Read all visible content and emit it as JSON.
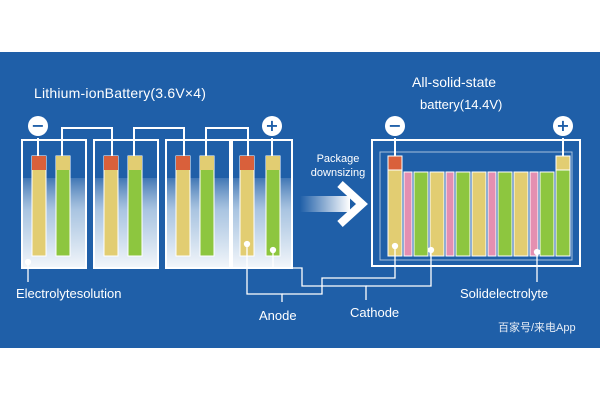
{
  "left_battery": {
    "title": "Lithium-ionBattery(3.6V×4)"
  },
  "right_battery": {
    "title_line1": "All-solid-state",
    "title_line2": "battery(14.4V)"
  },
  "arrow": {
    "line1": "Package",
    "line2": "downsizing"
  },
  "labels": {
    "electrolyte_solution": "Electrolytesolution",
    "anode": "Anode",
    "cathode": "Cathode",
    "solid_electrolyte": "Solidelectrolyte"
  },
  "terminals": {
    "negative": "−",
    "positive": "+"
  },
  "watermark": "百家号/来电App",
  "colors": {
    "panel": "#1f5fa8",
    "anode": "#e2cd72",
    "cathode": "#8dc63f",
    "solid_electrolyte": "#e48fb1",
    "terminal_negative": "#d9603b",
    "electrolyte_liquid": "#b9d3ea"
  }
}
